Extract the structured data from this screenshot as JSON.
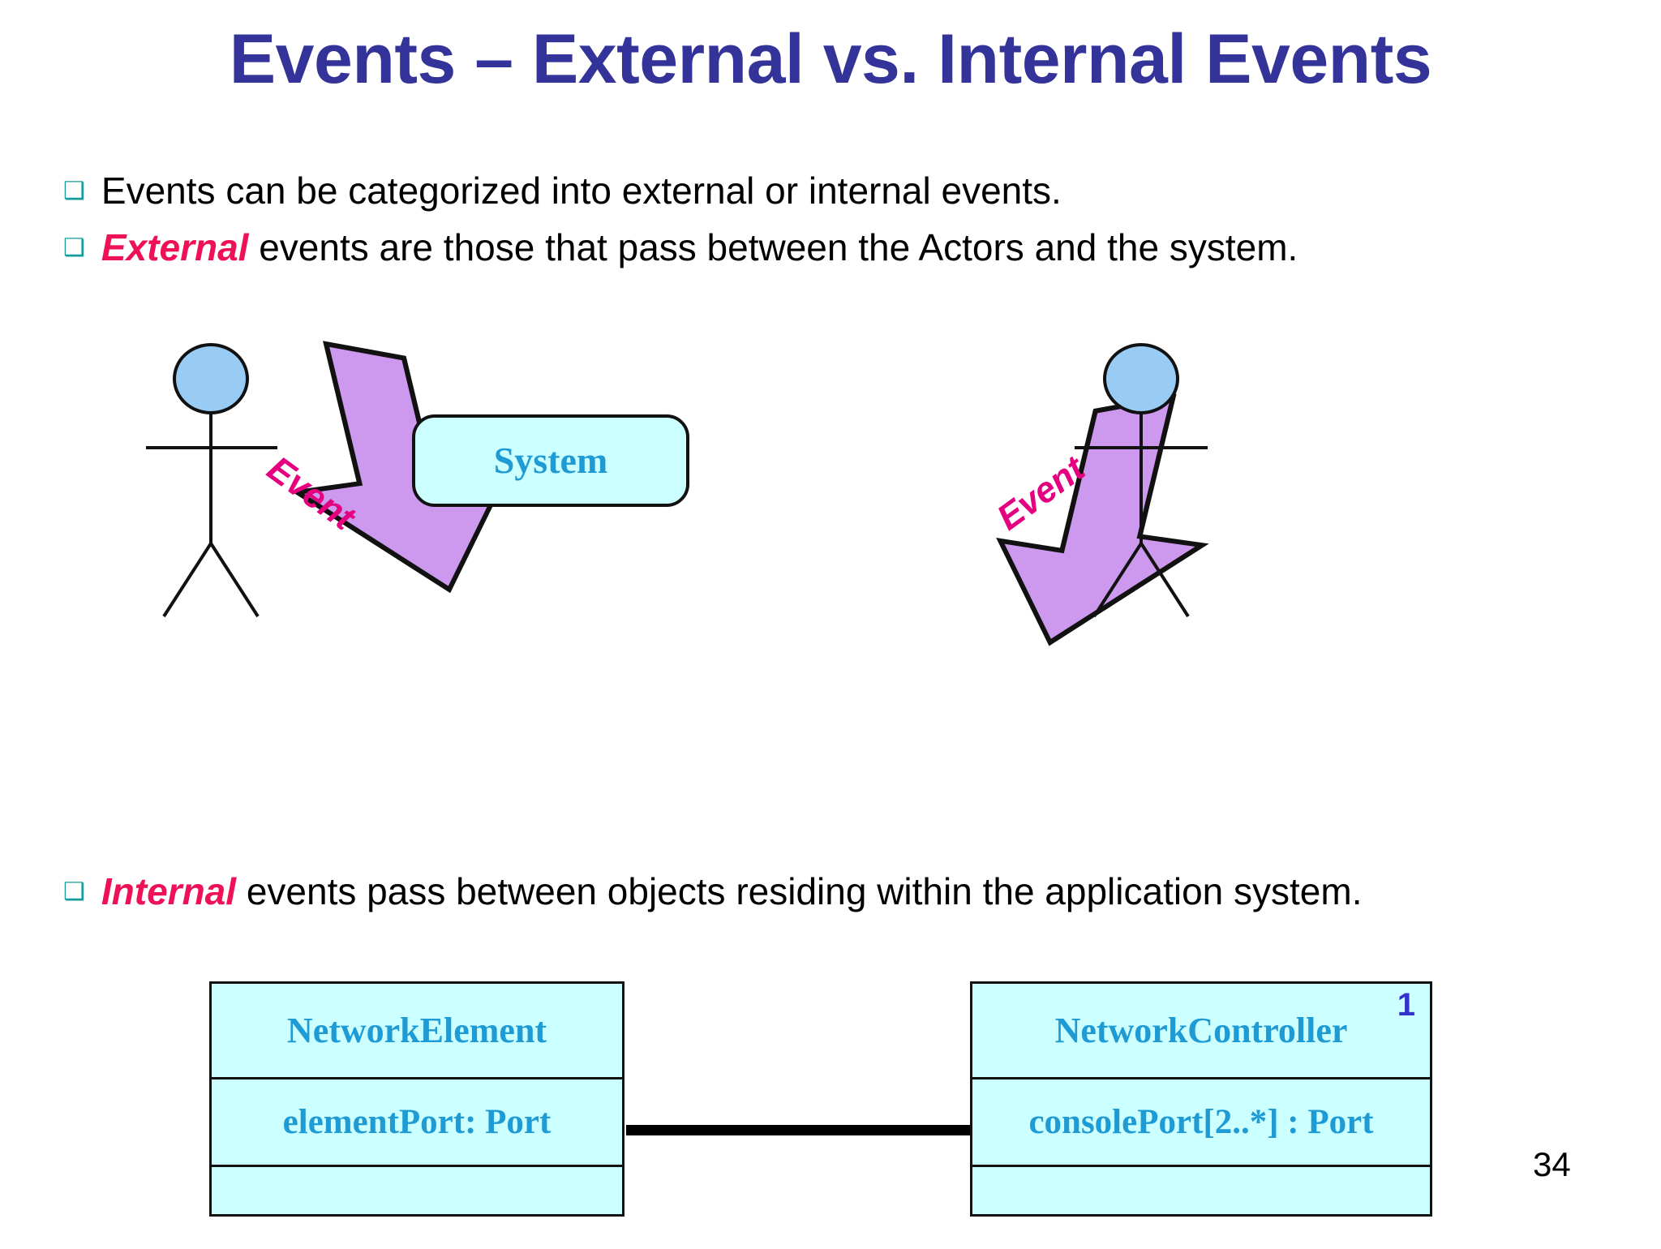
{
  "slide": {
    "title": "Events – External vs. Internal Events",
    "page_number": "34"
  },
  "bullets": [
    {
      "marker": "❑",
      "keyword": "",
      "text": "Events can be categorized into external or internal events."
    },
    {
      "marker": "❑",
      "keyword": "External",
      "text": " events are those that pass between the Actors and the system."
    },
    {
      "marker": "❑",
      "keyword": "Internal",
      "text": " events pass between objects residing within the application system."
    }
  ],
  "external_diagram": {
    "left_actor_name": "actor",
    "right_actor_name": "actor",
    "left_arrow_label": "Event",
    "right_arrow_label": "Event",
    "system_label": "System"
  },
  "class_diagram": {
    "classes": [
      {
        "name": "NetworkElement",
        "attribute": "elementPort: Port",
        "operations": "",
        "multiplicity": ""
      },
      {
        "name": "NetworkController",
        "attribute": "consolePort[2..*] : Port",
        "operations": "",
        "multiplicity": "1"
      }
    ]
  },
  "colors": {
    "title": "#333399",
    "bullet_marker": "#169B9B",
    "keyword": "#EE1157",
    "arrow_fill": "#CC99EE",
    "arrow_label": "#E4007E",
    "actor_head": "#99CCF5",
    "system_fill": "#CCFFFF",
    "system_text": "#1E9BD4",
    "class_fill": "#CCFFFF",
    "class_text": "#1E9BD4",
    "multiplicity": "#3333CC",
    "stroke": "#111111",
    "background": "#FFFFFF"
  }
}
